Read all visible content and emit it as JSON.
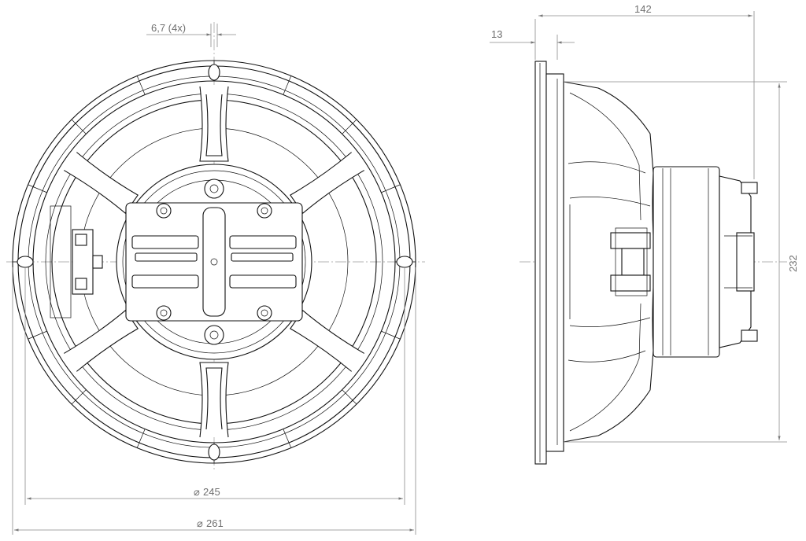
{
  "dimensions": {
    "mount_hole": "6,7 (4x)",
    "flange_thickness": "13",
    "depth": "142",
    "height": "232",
    "cutout_diameter": "245",
    "outer_diameter": "261"
  },
  "diameter_symbol": "⌀"
}
